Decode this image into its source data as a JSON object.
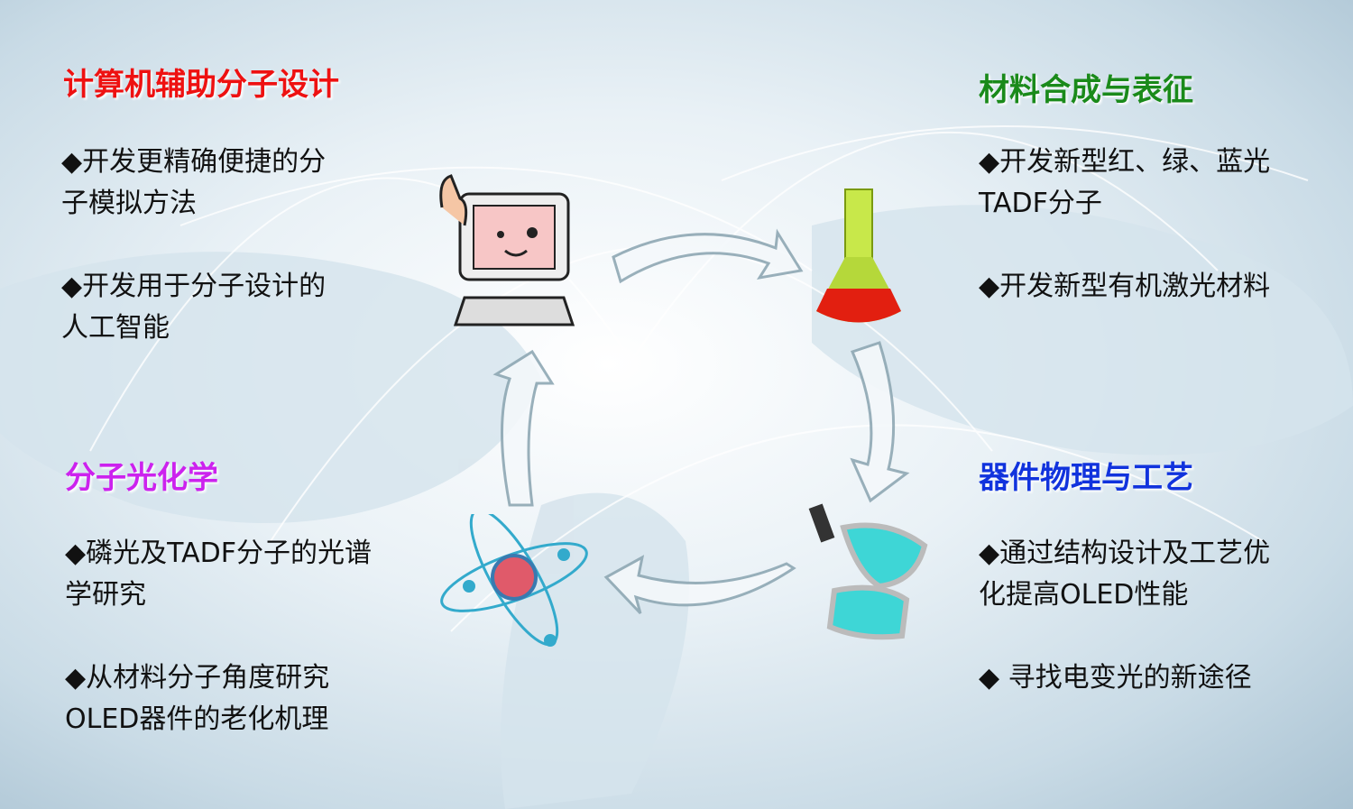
{
  "quadrants": [
    {
      "title": "计算机辅助分子设计",
      "color": "#ee1111",
      "items": [
        "◆开发更精确便捷的分子模拟方法",
        "◆开发用于分子设计的人工智能"
      ]
    },
    {
      "title": "材料合成与表征",
      "color": "#1a8a1a",
      "items": [
        "◆开发新型红、绿、蓝光TADF分子",
        "◆开发新型有机激光材料"
      ]
    },
    {
      "title": "分子光化学",
      "color": "#cc22ee",
      "items": [
        "◆磷光及TADF分子的光谱学研究",
        "◆从材料分子角度研究OLED器件的老化机理"
      ]
    },
    {
      "title": "器件物理与工艺",
      "color": "#1133dd",
      "items": [
        "◆通过结构设计及工艺优化提高OLED性能",
        "◆ 寻找电变光的新途径"
      ]
    }
  ]
}
